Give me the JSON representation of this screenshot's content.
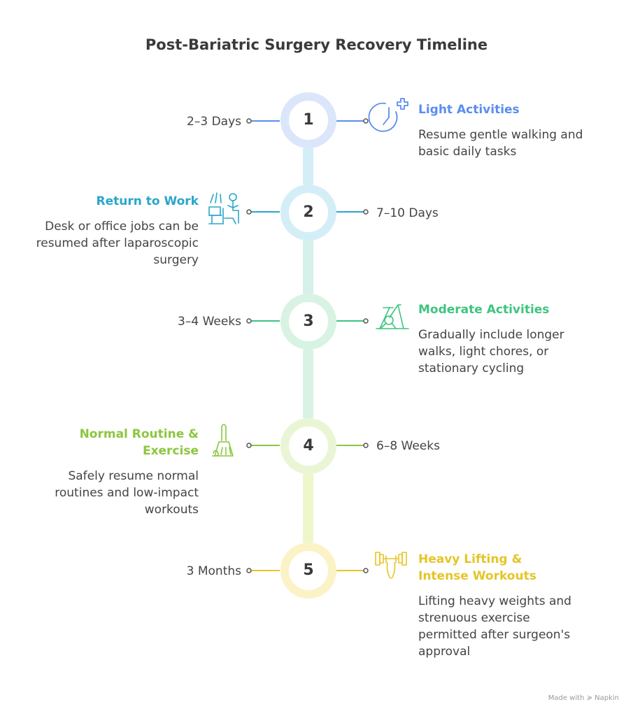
{
  "title": "Post-Bariatric Surgery Recovery Timeline",
  "footer": "Made with ≽ Napkin",
  "stages": [
    {
      "number": "1",
      "time": "2–3 Days",
      "heading": "Light Activities",
      "description": "Resume gentle walking and basic daily tasks",
      "color": "#5b8def",
      "ring": "#dbe6fb",
      "icon": "clock-plus-icon"
    },
    {
      "number": "2",
      "time": "7–10 Days",
      "heading": "Return to Work",
      "description": "Desk or office jobs can be resumed after laparoscopic surgery",
      "color": "#2aa6c9",
      "ring": "#d3eef6",
      "icon": "desk-worker-icon"
    },
    {
      "number": "3",
      "time": "3–4 Weeks",
      "heading": "Moderate Activities",
      "description": "Gradually include longer walks, light chores, or stationary cycling",
      "color": "#3ec47f",
      "ring": "#d8f3e3",
      "icon": "stationary-bike-icon"
    },
    {
      "number": "4",
      "time": "6–8 Weeks",
      "heading": "Normal Routine & Exercise",
      "description": "Safely resume normal routines and low-impact workouts",
      "color": "#8cc63f",
      "ring": "#eaf5d6",
      "icon": "broom-icon"
    },
    {
      "number": "5",
      "time": "3 Months",
      "heading": "Heavy Lifting & Intense Workouts",
      "description": "Lifting heavy weights and strenuous exercise permitted after surgeon's approval",
      "color": "#e5c527",
      "ring": "#fbf2c6",
      "icon": "dumbbell-lift-icon"
    }
  ]
}
